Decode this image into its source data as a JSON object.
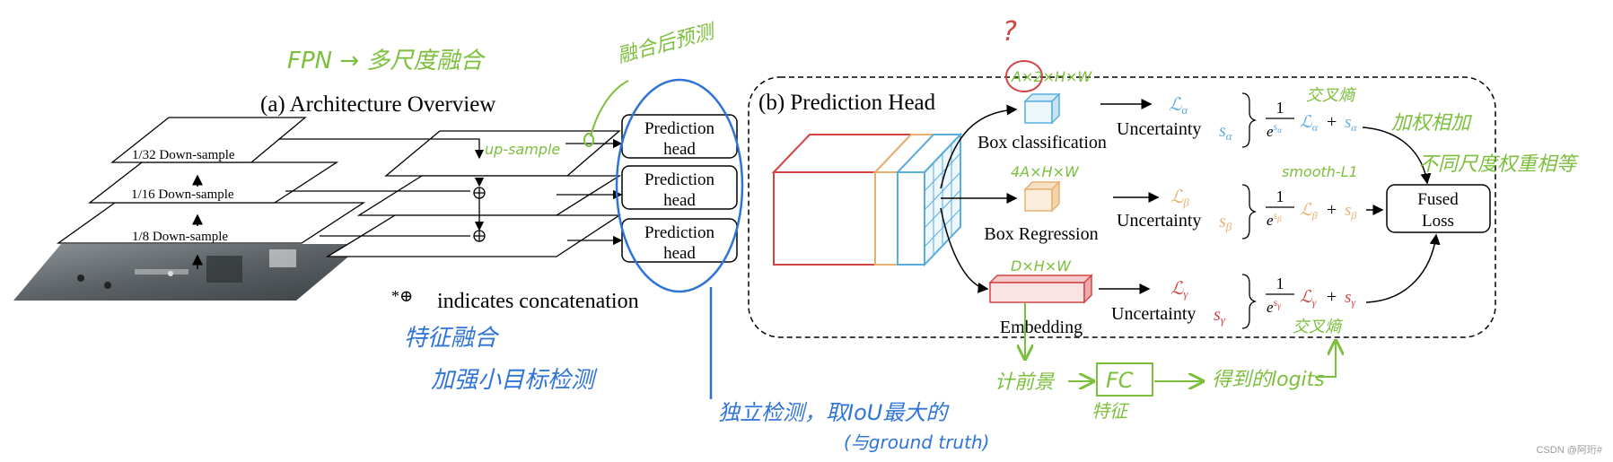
{
  "architecture": {
    "title": "(a) Architecture Overview",
    "layers": [
      "1/32 Down-sample",
      "1/16 Down-sample",
      "1/8 Down-sample"
    ],
    "prediction_head_line1": "Prediction",
    "prediction_head_line2": "head",
    "concat_symbol": "*⊕",
    "concat_note": "indicates concatenation",
    "upsample_label": "up-sample"
  },
  "head": {
    "title": "(b) Prediction Head",
    "branches": [
      {
        "label": "Box classification",
        "loss_sub": "α",
        "uncertainty": "Uncertainty",
        "color": "#5aaedc"
      },
      {
        "label": "Box Regression",
        "loss_sub": "β",
        "uncertainty": "Uncertainty",
        "color": "#e8b070"
      },
      {
        "label": "Embedding",
        "loss_sub": "γ",
        "uncertainty": "Uncertainty",
        "color": "#d24444"
      }
    ],
    "fused_line1": "Fused",
    "fused_line2": "Loss"
  },
  "annotations": {
    "question": "?",
    "fpn": "FPN → 多尺度融合",
    "after_fusion": "融合后预测",
    "cls_dims": "A×2×H×W",
    "reg_dims": "4A×H×W",
    "emb_dims": "D×H×W",
    "cls_loss": "交叉熵",
    "reg_loss": "smooth-L1",
    "emb_loss": "交叉熵",
    "weighted_sum": "加权相加",
    "uncertainty_weight": "不同尺度权重相等",
    "feature_fusion": "特征融合",
    "small_targets": "加强小目标检测",
    "independent": "独立检测，取IoU最大的",
    "gt": "(与ground truth)",
    "fg": "计前景",
    "fc": "FC",
    "feat": "特征",
    "logits": "得到的logits",
    "watermark": "CSDN @阿珩#"
  },
  "colors": {
    "cls": "#5aaedc",
    "reg": "#e8b070",
    "emb": "#d24444",
    "hand_green": "#7cbf3c",
    "hand_blue": "#2f74d8"
  }
}
